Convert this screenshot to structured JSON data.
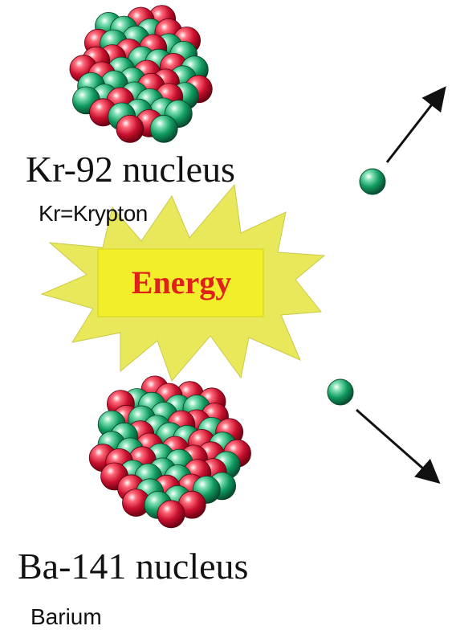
{
  "nuclei": [
    {
      "name": "Kr-92 nucleus",
      "symbol_label": "Kr=Krypton"
    },
    {
      "name": "Ba-141 nucleus",
      "symbol_label": "Barium"
    }
  ],
  "energy_label": "Energy",
  "colors": {
    "proton": "#c8102e",
    "neutron": "#0f9a5f",
    "burst_fill": "#e8e85a",
    "burst_inner": "#f2ef2a",
    "energy_text": "#e0201a",
    "arrow": "#111111"
  },
  "icons": [
    "proton-sphere-icon",
    "neutron-sphere-icon",
    "arrow-icon",
    "energy-burst-icon"
  ]
}
